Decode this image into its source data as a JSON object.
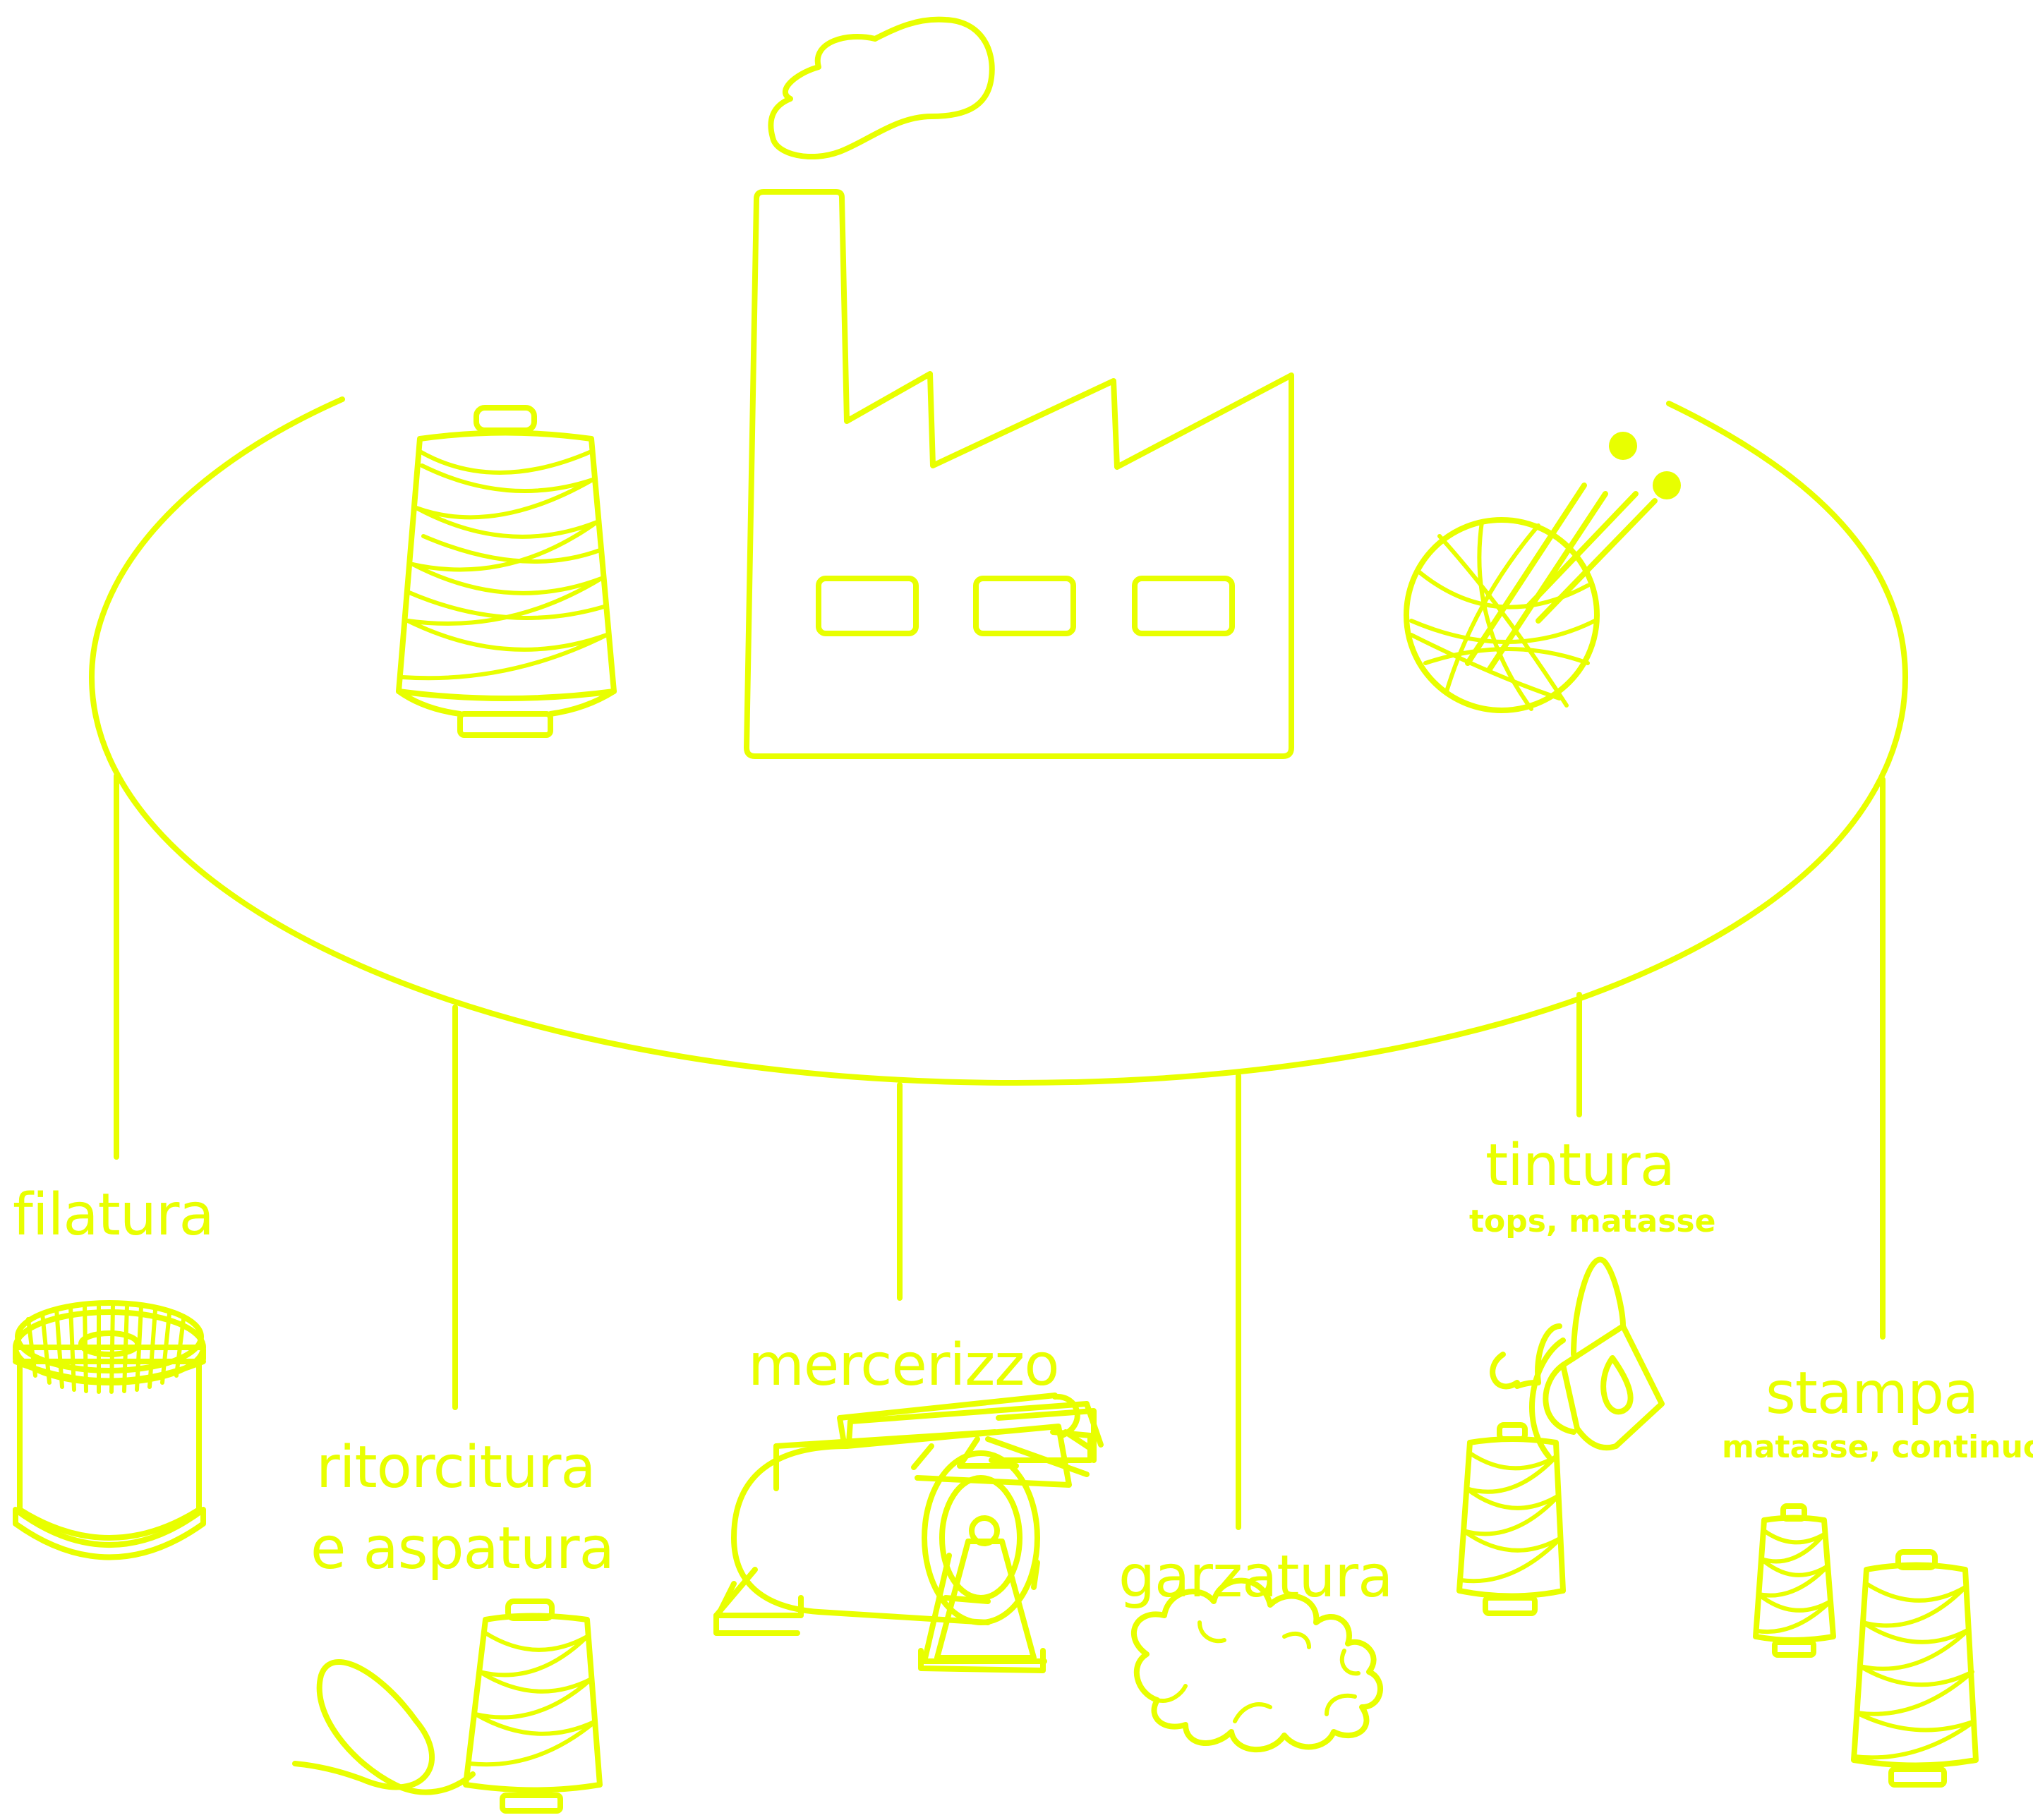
{
  "colors": {
    "accent": "#e8ff00",
    "background": "#ffffff"
  },
  "icons": [
    "factory-icon",
    "yarn-cone-icon",
    "yarn-ball-knitting-icon",
    "bobbin-icon",
    "yarn-loop-cone-icon",
    "mercerizing-machine-icon",
    "cloud-fluff-icon",
    "dye-bucket-cones-icon",
    "two-cones-icon"
  ],
  "labels": {
    "filatura": "filatura",
    "ritorcitura_1": "ritorcitura",
    "ritorcitura_2": "e aspatura",
    "mercerizzo": "mercerizzo",
    "garzatura": "garzatura",
    "tintura": "tintura",
    "tintura_sub": "tops, matasse",
    "stampa": "stampa",
    "stampa_sub": "matasse, continuo"
  }
}
